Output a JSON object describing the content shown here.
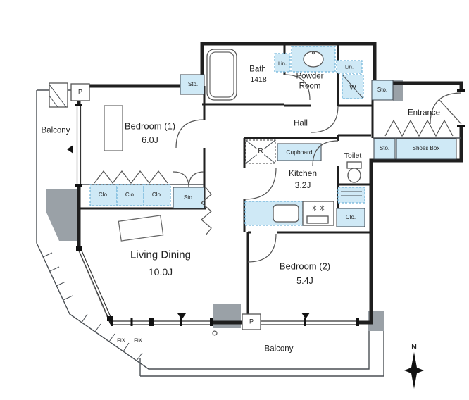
{
  "colors": {
    "bg": "#ffffff",
    "wall": "#1f1f1f",
    "line": "#4a4f54",
    "storage_fill": "#cfe9f6",
    "storage_border": "#6fb3d9",
    "pillar": "#9aa1a7",
    "text": "#222222"
  },
  "rooms": {
    "balcony_left": {
      "label": "Balcony"
    },
    "bedroom1": {
      "label": "Bedroom (1)",
      "size": "6.0J"
    },
    "bath": {
      "label": "Bath",
      "size": "1418"
    },
    "powder_room": {
      "line1": "Powder",
      "line2": "Room"
    },
    "hall": {
      "label": "Hall"
    },
    "entrance": {
      "label": "Entrance"
    },
    "toilet": {
      "label": "Toilet"
    },
    "kitchen": {
      "label": "Kitchen",
      "size": "3.2J"
    },
    "living_dining": {
      "label": "Living Dining",
      "size": "10.0J"
    },
    "bedroom2": {
      "label": "Bedroom (2)",
      "size": "5.4J"
    },
    "balcony_bottom": {
      "label": "Balcony"
    }
  },
  "storage": {
    "sto_bath": "Sto.",
    "sto_top_right": "Sto.",
    "sto_entrance": "Sto.",
    "sto_living": "Sto.",
    "lin_powder": "Lin.",
    "lin_hall": "Lin.",
    "washer": "W",
    "shoes_box": "Shoes Box",
    "cupboard": "Cupboard",
    "refrigerator": "R",
    "clo_kitchen": "Clo.",
    "clo_1": "Clo.",
    "clo_2": "Clo.",
    "clo_3": "Clo."
  },
  "symbols": {
    "pipe_top": "P",
    "pipe_bottom": "P",
    "fix_left": "FIX",
    "fix_right": "FIX",
    "compass_north": "N",
    "stove_burners": "✳ ✳"
  }
}
